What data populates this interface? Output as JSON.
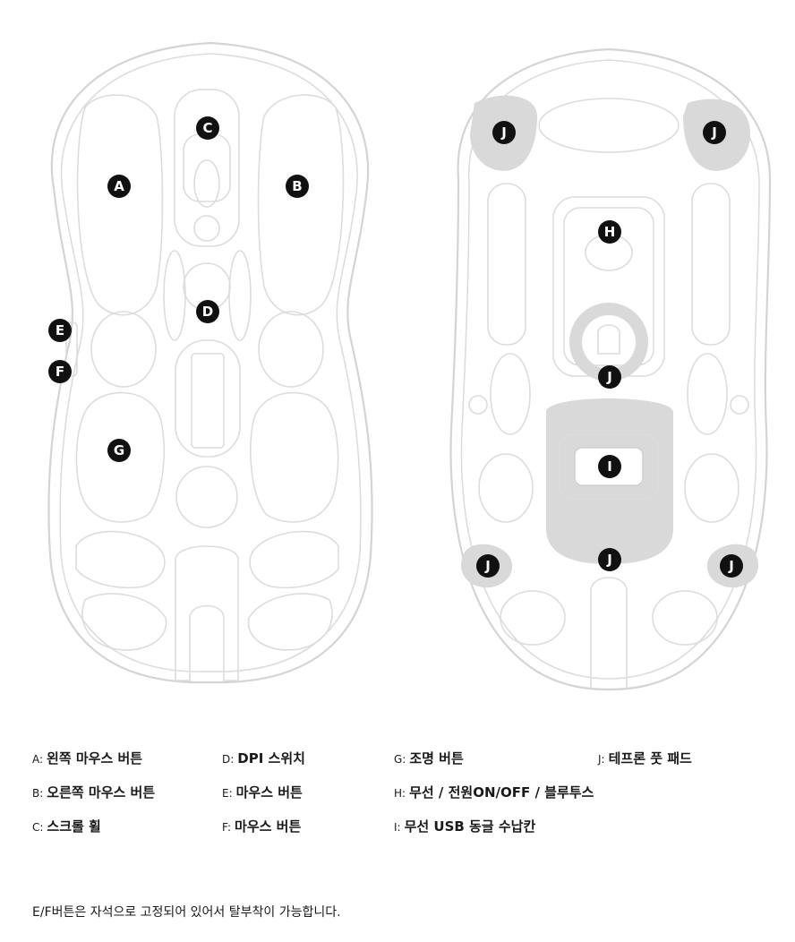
{
  "markers": {
    "top": [
      {
        "letter": "A"
      },
      {
        "letter": "B"
      },
      {
        "letter": "C"
      },
      {
        "letter": "D"
      },
      {
        "letter": "E"
      },
      {
        "letter": "F"
      },
      {
        "letter": "G"
      }
    ],
    "bottom": [
      {
        "letter": "J"
      },
      {
        "letter": "J"
      },
      {
        "letter": "H"
      },
      {
        "letter": "J"
      },
      {
        "letter": "I"
      },
      {
        "letter": "J"
      },
      {
        "letter": "J"
      },
      {
        "letter": "J"
      }
    ]
  },
  "legend": [
    {
      "key": "A:",
      "desc": "왼쪽 마우스 버튼"
    },
    {
      "key": "B:",
      "desc": "오른쪽 마우스 버튼"
    },
    {
      "key": "C:",
      "desc": "스크롤 휠"
    },
    {
      "key": "D:",
      "desc": "DPI 스위치"
    },
    {
      "key": "E:",
      "desc": "마우스 버튼"
    },
    {
      "key": "F:",
      "desc": "마우스 버튼"
    },
    {
      "key": "G:",
      "desc": "조명 버튼"
    },
    {
      "key": "H:",
      "desc": "무선 / 전원ON/OFF / 블루투스"
    },
    {
      "key": "I:",
      "desc": "무선 USB 동글 수납칸"
    },
    {
      "key": "J:",
      "desc": "테프론 풋 패드"
    }
  ],
  "footnote": "E/F버튼은 자석으로 고정되어 있어서 탈부착이 가능합니다.",
  "colors": {
    "outline": "#d4d4d4",
    "pad": "#d9d9d9",
    "marker": "#111111"
  }
}
